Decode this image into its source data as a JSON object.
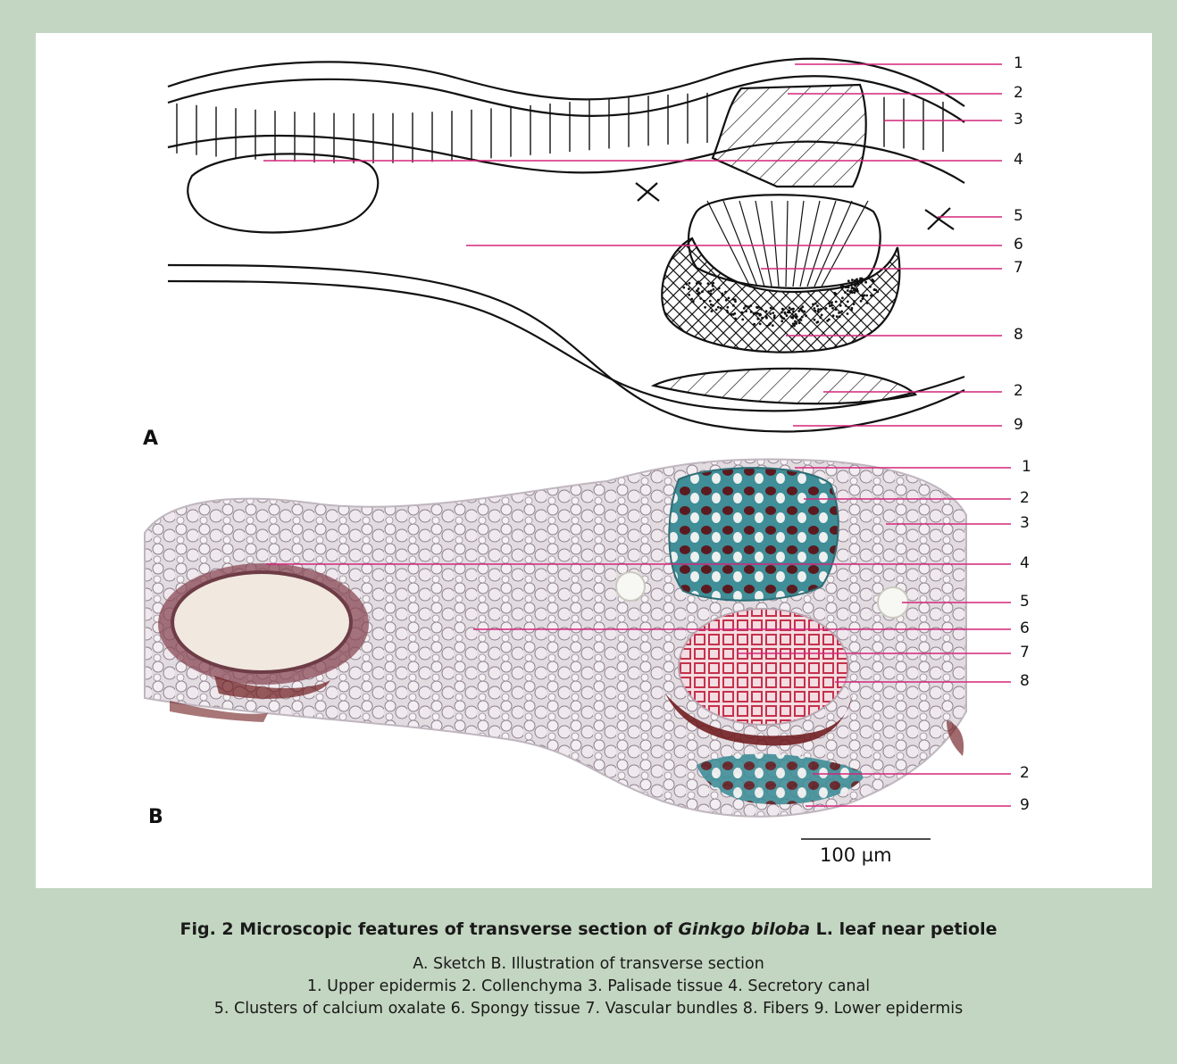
{
  "panels": {
    "a_label": "A",
    "b_label": "B"
  },
  "callouts_a": [
    "1",
    "2",
    "3",
    "4",
    "5",
    "6",
    "7",
    "8",
    "2",
    "9"
  ],
  "callouts_b": [
    "1",
    "2",
    "3",
    "4",
    "5",
    "6",
    "7",
    "8",
    "2",
    "9"
  ],
  "scale_bar": {
    "label": "100 µm"
  },
  "caption": {
    "title_prefix": "Fig. 2  Microscopic features of transverse section of ",
    "title_species": "Ginkgo biloba",
    "title_suffix": " L. leaf near petiole",
    "line1": "A. Sketch   B. Illustration of transverse section",
    "line2": "1. Upper epidermis  2. Collenchyma  3. Palisade tissue  4. Secretory canal",
    "line3": "5. Clusters of calcium oxalate  6. Spongy tissue  7. Vascular bundles  8. Fibers  9. Lower epidermis"
  },
  "colors": {
    "background": "#c3d6c1",
    "panel": "#ffffff",
    "leader_line": "#d4267a",
    "ink": "#111111",
    "tissue_base": "#ddd6dc",
    "collenchyma": "#3c8f9a",
    "stain_dark": "#6e1a1d"
  }
}
